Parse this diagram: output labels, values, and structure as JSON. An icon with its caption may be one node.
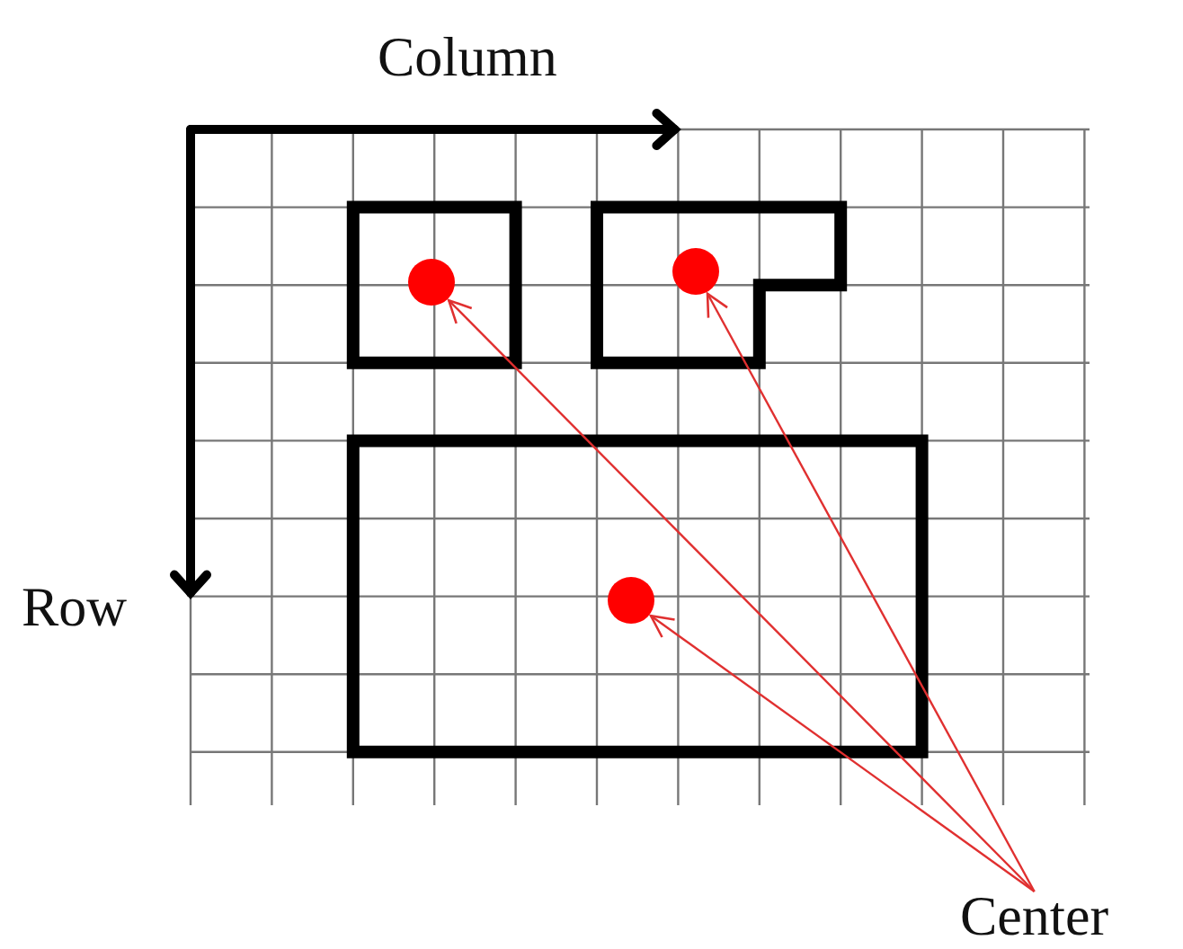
{
  "diagram": {
    "nodes": [
      {
        "text": [],
        "shape": "circle"
      },
      {
        "text": [],
        "shape": "circle"
      },
      {
        "text": [],
        "shape": "circle"
      },
      {
        "text": [
          "Center"
        ]
      }
    ],
    "edges": [
      {
        "from": 3,
        "to": 0,
        "arrow": "to"
      },
      {
        "from": 3,
        "to": 1,
        "arrow": "to"
      },
      {
        "from": 3,
        "to": 2,
        "arrow": "to"
      }
    ],
    "labels": [
      "Column",
      "Row"
    ]
  }
}
